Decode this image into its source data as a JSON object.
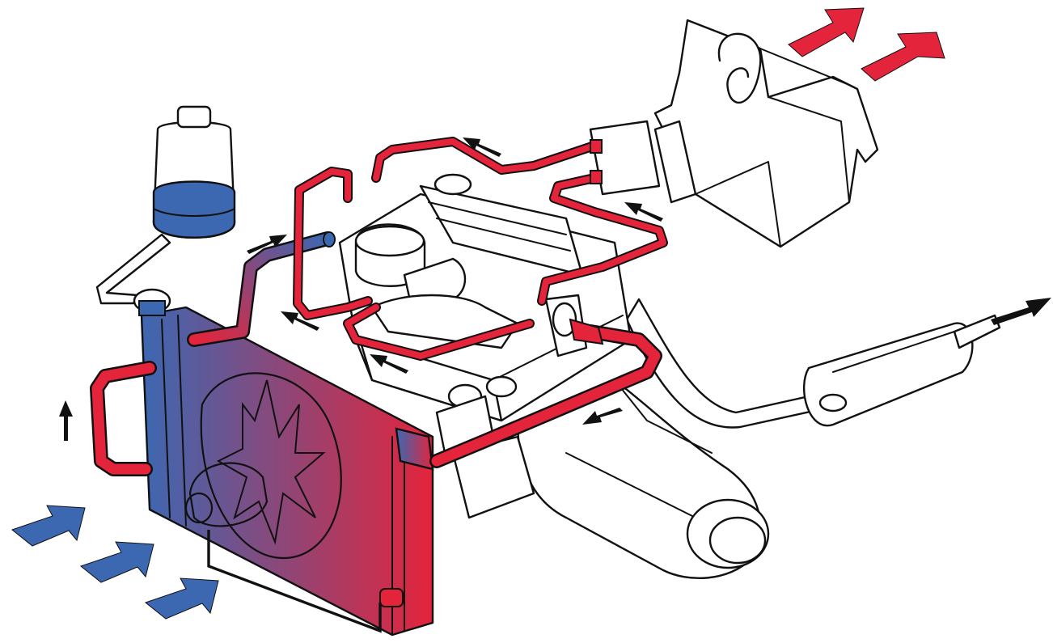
{
  "colors": {
    "hot": "#e3243b",
    "cold": "#3c68b2",
    "line": "#111111",
    "background": "#ffffff"
  },
  "flow_arrows": {
    "intake_air": {
      "count": 3,
      "color_role": "cold"
    },
    "exhaust_air": {
      "count": 2,
      "color_role": "hot"
    },
    "coolant_direction": {
      "count": 7,
      "color_role": "line"
    },
    "exhaust_gas": {
      "count": 1,
      "color_role": "line"
    }
  },
  "reservoir": {
    "fill_level": 0.45
  }
}
